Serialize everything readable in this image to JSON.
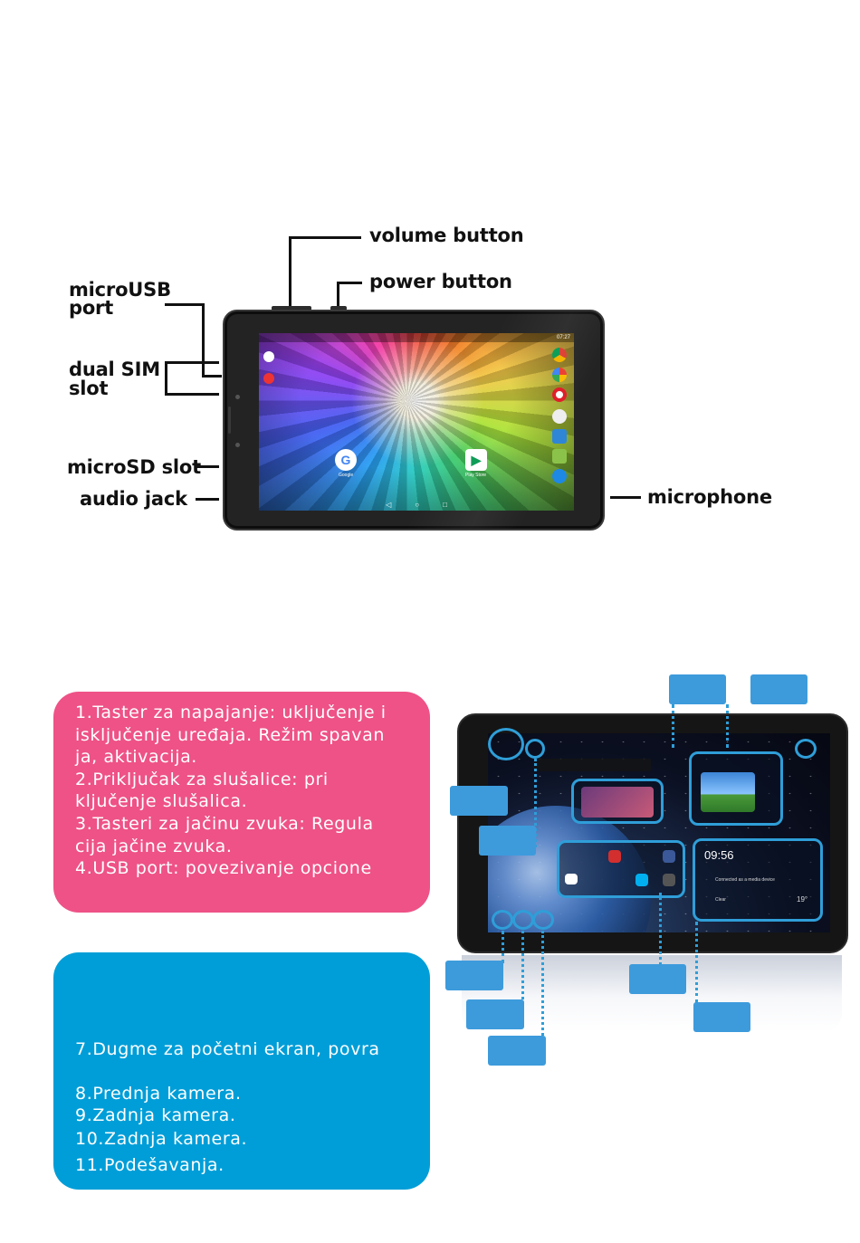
{
  "diagram": {
    "callouts": {
      "volume": "volume button",
      "power": "power button",
      "microusb_line1": "microUSB",
      "microusb_line2": "port",
      "dualsim_line1": "dual SIM",
      "dualsim_line2": "slot",
      "microsd": "microSD slot",
      "audio": "audio jack",
      "microphone": "microphone"
    },
    "screen": {
      "status_time": "07:27",
      "home_apps": [
        "Google",
        "Play Store"
      ],
      "nav_back": "◁",
      "nav_home": "○",
      "nav_recent": "□"
    }
  },
  "pink_box": {
    "lines": [
      "1.Taster za napajanje: uključenje i",
      "isključenje uređaja. Režim spavan",
      "ja, aktivacija.",
      "2.Priključak za slušalice: pri",
      "ključenje slušalica.",
      "3.Tasteri za jačinu zvuka: Regula",
      "cija jačine zvuka.",
      "4.USB port: povezivanje opcione"
    ]
  },
  "blue_box": {
    "lines": [
      "7.Dugme za početni ekran, povra",
      "",
      "8.Prednja kamera.",
      "9.Zadnja kamera.",
      "10.Zadnja kamera.",
      "11.Podešavanja."
    ]
  },
  "tablet2": {
    "clock": "09:56",
    "notification": "Connected as a media device",
    "weather_temp": "19°",
    "weather_label": "Clear"
  },
  "colors": {
    "pink": "#ee5286",
    "blue": "#009ed8",
    "callout_blue": "#3d9bdc"
  }
}
